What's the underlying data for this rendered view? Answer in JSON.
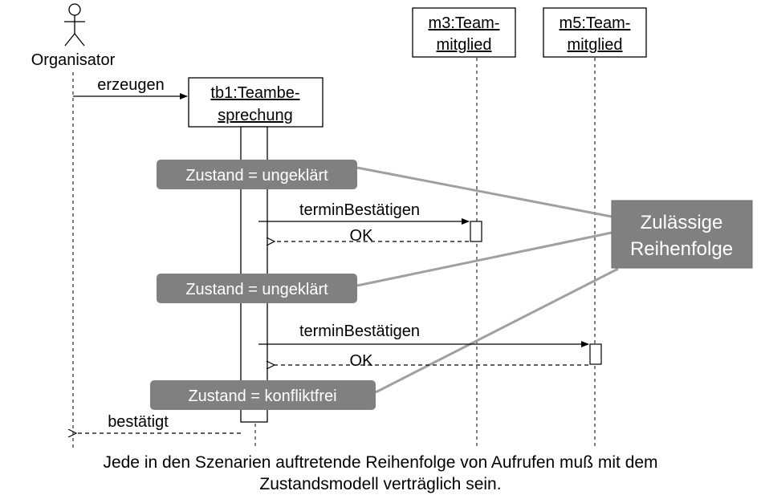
{
  "actor": {
    "label": "Organisator"
  },
  "objects": {
    "tb1": {
      "line1": "tb1:Teambe-",
      "line2": "sprechung"
    },
    "m3": {
      "line1": "m3:Team-",
      "line2": "mitglied"
    },
    "m5": {
      "line1": "m5:Team-",
      "line2": "mitglied"
    }
  },
  "messages": {
    "create": "erzeugen",
    "call1": "terminBestätigen",
    "reply1": "OK",
    "call2": "terminBestätigen",
    "reply2": "OK",
    "confirm": "bestätigt"
  },
  "states": {
    "s1": "Zustand = ungeklärt",
    "s2": "Zustand = ungeklärt",
    "s3": "Zustand = konfliktfrei"
  },
  "note": {
    "line1": "Zulässige",
    "line2": "Reihenfolge"
  },
  "caption": {
    "line1": "Jede in den Szenarien auftretende Reihenfolge von Aufrufen muß mit dem",
    "line2": "Zustandsmodell verträglich sein."
  },
  "colors": {
    "state_fill": "#808080",
    "connector": "#a0a0a0",
    "line": "#000000"
  }
}
